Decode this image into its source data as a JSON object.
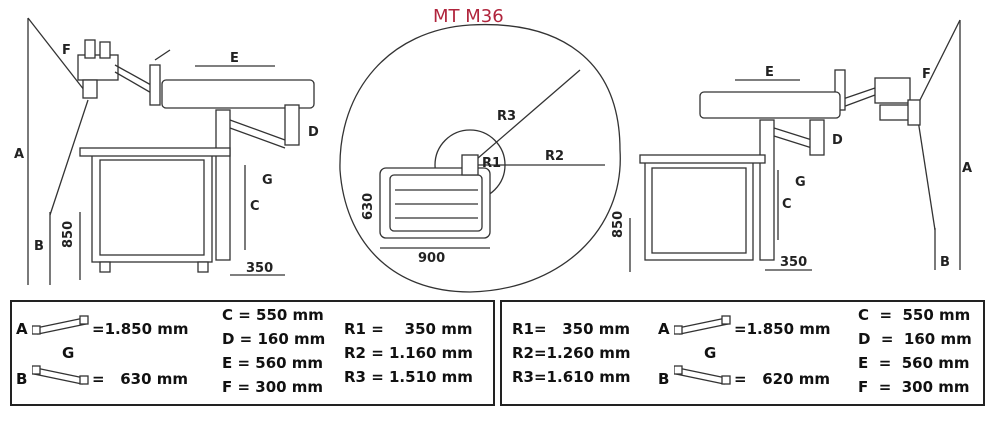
{
  "title": "MT M36",
  "left_diagram": {
    "F": "F",
    "E": "E",
    "A": "A",
    "D": "D",
    "G": "G",
    "C": "C",
    "B": "B",
    "h850": "850",
    "w350": "350"
  },
  "center_diagram": {
    "R1": "R1",
    "R2": "R2",
    "R3": "R3",
    "w630": "630",
    "w900": "900"
  },
  "right_diagram": {
    "F": "F",
    "E": "E",
    "A": "A",
    "D": "D",
    "G": "G",
    "C": "C",
    "B": "B",
    "h850": "850",
    "w350": "350"
  },
  "left_table": {
    "A_label": "A",
    "A_value": "=1.850 mm",
    "G_label": "G",
    "B_label": "B",
    "B_value": "=   630 mm",
    "C": "C = 550 mm",
    "D": "D = 160 mm",
    "E": "E = 560 mm",
    "F": "F = 300 mm",
    "R1": "R1 =    350 mm",
    "R2": "R2 = 1.160 mm",
    "R3": "R3 = 1.510 mm"
  },
  "right_table": {
    "R1": "R1=   350 mm",
    "R2": "R2=1.260 mm",
    "R3": "R3=1.610 mm",
    "A_label": "A",
    "A_value": "=1.850 mm",
    "G_label": "G",
    "B_label": "B",
    "B_value": "=   620 mm",
    "C": "C  =  550 mm",
    "D": "D  =  160 mm",
    "E": "E  =  560 mm",
    "F": "F  =  300 mm"
  }
}
